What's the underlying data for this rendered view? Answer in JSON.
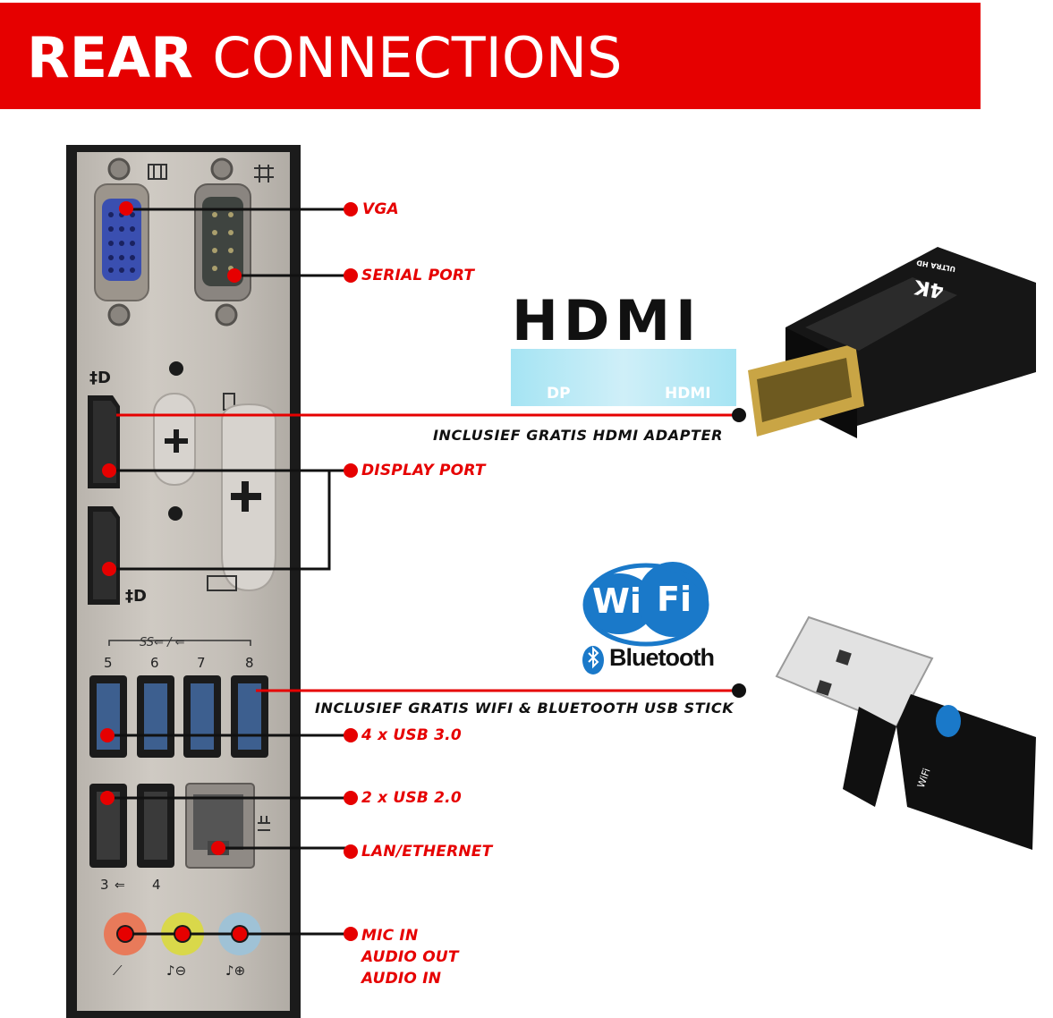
{
  "banner": {
    "title_bold": "REAR",
    "title_light": "CONNECTIONS",
    "color": "#e60000"
  },
  "labels": {
    "vga": "VGA",
    "serial": "SERIAL PORT",
    "hdmi_adapter": "INCLUSIEF GRATIS HDMI ADAPTER",
    "display_port": "DISPLAY PORT",
    "wifi_stick": "INCLUSIEF GRATIS WIFI & BLUETOOTH USB STICK",
    "usb3": "4 x USB 3.0",
    "usb2": "2 x USB 2.0",
    "lan": "LAN/ETHERNET",
    "mic": "MIC IN",
    "audio_out": "AUDIO OUT",
    "audio_in": "AUDIO IN"
  },
  "panel_text": {
    "usb_numbers_top": [
      "5",
      "6",
      "7",
      "8"
    ],
    "usb_numbers_bottom": [
      "3",
      "4"
    ]
  },
  "adapter": {
    "logo": "HDMI",
    "from": "DP",
    "to": "HDMI",
    "badge_line1": "4K",
    "badge_line2": "ULTRA HD"
  },
  "stick": {
    "wifi_left": "Wi",
    "wifi_right": "Fi",
    "bluetooth": "Bluetooth",
    "stick_label": "WiFi"
  },
  "icons": [
    "monitor-icon",
    "serial-icon",
    "displayport-icon",
    "usb-icon",
    "ethernet-icon",
    "keyboard-icon",
    "mouse-icon",
    "bluetooth-icon",
    "wifi-icon"
  ],
  "colors": {
    "accent": "#e60000",
    "plate": "#c9c4bd",
    "usb3_blue": "#3d5f8f",
    "mic_pink": "#e87a5a",
    "audio_out_lime": "#d9d84a",
    "audio_in_blue": "#9fc2d6",
    "vga_blue": "#3a4fb0"
  }
}
